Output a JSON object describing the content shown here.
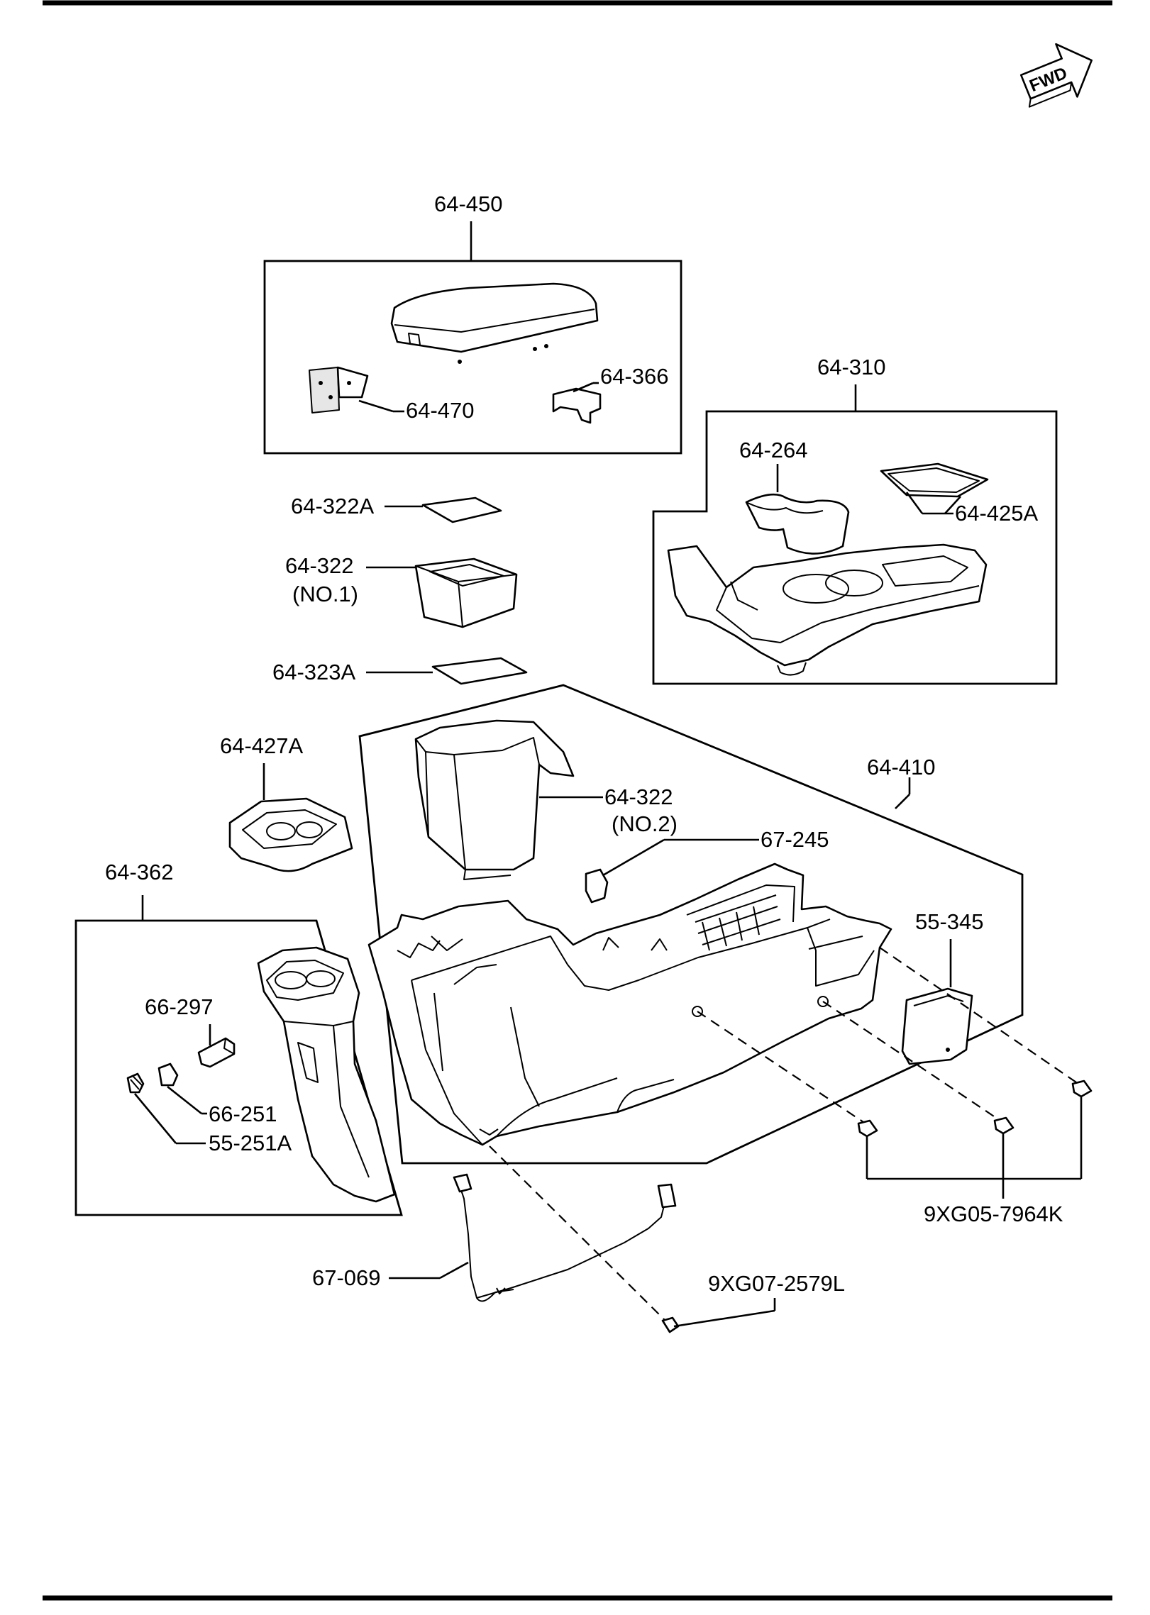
{
  "fwd_badge": "FWD",
  "callouts": {
    "p64_450": "64-450",
    "p64_470": "64-470",
    "p64_366": "64-366",
    "p64_310": "64-310",
    "p64_264": "64-264",
    "p64_425A": "64-425A",
    "p64_322A": "64-322A",
    "p64_322_no1": "64-322",
    "p64_322_no1_note": "(NO.1)",
    "p64_323A": "64-323A",
    "p64_427A": "64-427A",
    "p64_410": "64-410",
    "p64_322_no2": "64-322",
    "p64_322_no2_note": "(NO.2)",
    "p67_245": "67-245",
    "p64_362": "64-362",
    "p66_297": "66-297",
    "p66_251": "66-251",
    "p55_251A": "55-251A",
    "p55_345": "55-345",
    "p9XG05": "9XG05-7964K",
    "p67_069": "67-069",
    "p9XG07": "9XG07-2579L"
  }
}
